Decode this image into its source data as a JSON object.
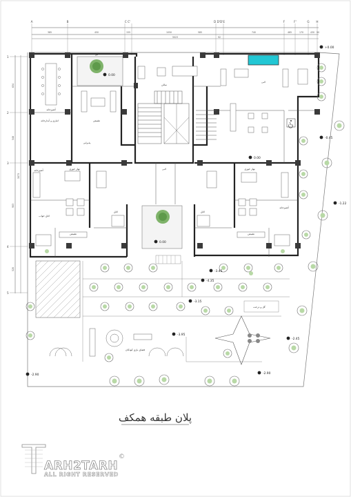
{
  "drawing": {
    "title": "پلان طبقه همکف",
    "axes_top": [
      "A",
      "B",
      "C C'",
      "D D'D'E",
      "F",
      "F'",
      "G",
      "H"
    ],
    "axes_left": [
      "1",
      "2",
      "3",
      "4",
      "5"
    ],
    "dims_top": [
      "385",
      "450",
      "155",
      "1050",
      "585",
      "740",
      "465",
      "170",
      "430",
      "90",
      "5023",
      "92"
    ],
    "dims_left": [
      "634",
      "546",
      "3073",
      "903",
      "528"
    ],
    "levels": {
      "entrance": "+0.00",
      "east_a": "-0.45",
      "east_b": "-1.22",
      "lobby": "0.00",
      "courtyard": "0.00",
      "mid": "-3.45",
      "steps_a": "-4.35",
      "steps_b": "-3.15",
      "playground": "-3.95",
      "right_yard": "-2.45",
      "south_left": "-2.90",
      "south_right": "-2.90"
    },
    "rooms": {
      "top_left_label": "گل",
      "nw_hall": "آشپزخانه",
      "nw_service": "انباری و آبدارخانه",
      "nw_living": "نشیمن",
      "nw_dining": "پذیرایی",
      "center_top": "سالن",
      "lobby_top": "لابی",
      "lobby_main": "لابی",
      "w_dining": "نهار خوری",
      "w_kitchen": "آشپزخانه",
      "w_bed": "اتاق خواب",
      "w_living": "نشیمن",
      "c_room": "اتاق",
      "c_room2": "اتاق",
      "e_dining": "نهار خوری",
      "e_kitchen": "آشپزخانه",
      "e_living": "نشیمن",
      "yard_garden": "گل و درخت",
      "playground": "فضای بازی کودکان"
    },
    "logo": {
      "brand": "ARH2TARH",
      "tagline": "ALL RIGHT RESERVED",
      "mark": "©"
    }
  }
}
